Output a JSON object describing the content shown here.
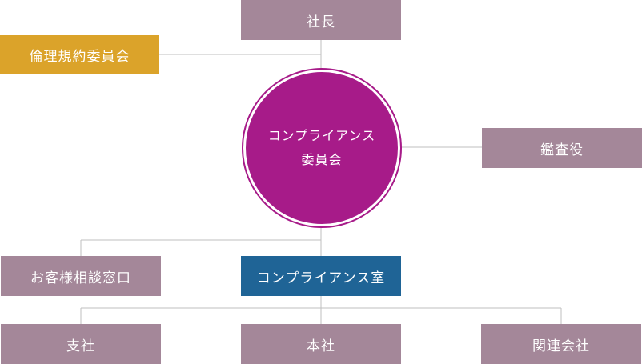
{
  "nodes": {
    "president": "社長",
    "ethics_committee": "倫理規約委員会",
    "compliance_committee_line1": "コンプライアンス",
    "compliance_committee_line2": "委員会",
    "auditor": "鑑査役",
    "customer_desk": "お客様相談窓口",
    "compliance_office": "コンプライアンス室",
    "branch": "支社",
    "head_office": "本社",
    "affiliates": "関連会社"
  },
  "colors": {
    "mauve": "#a48799",
    "gold": "#dba32a",
    "magenta": "#a71b89",
    "blue": "#1f6496",
    "line": "#bfbfbf"
  }
}
